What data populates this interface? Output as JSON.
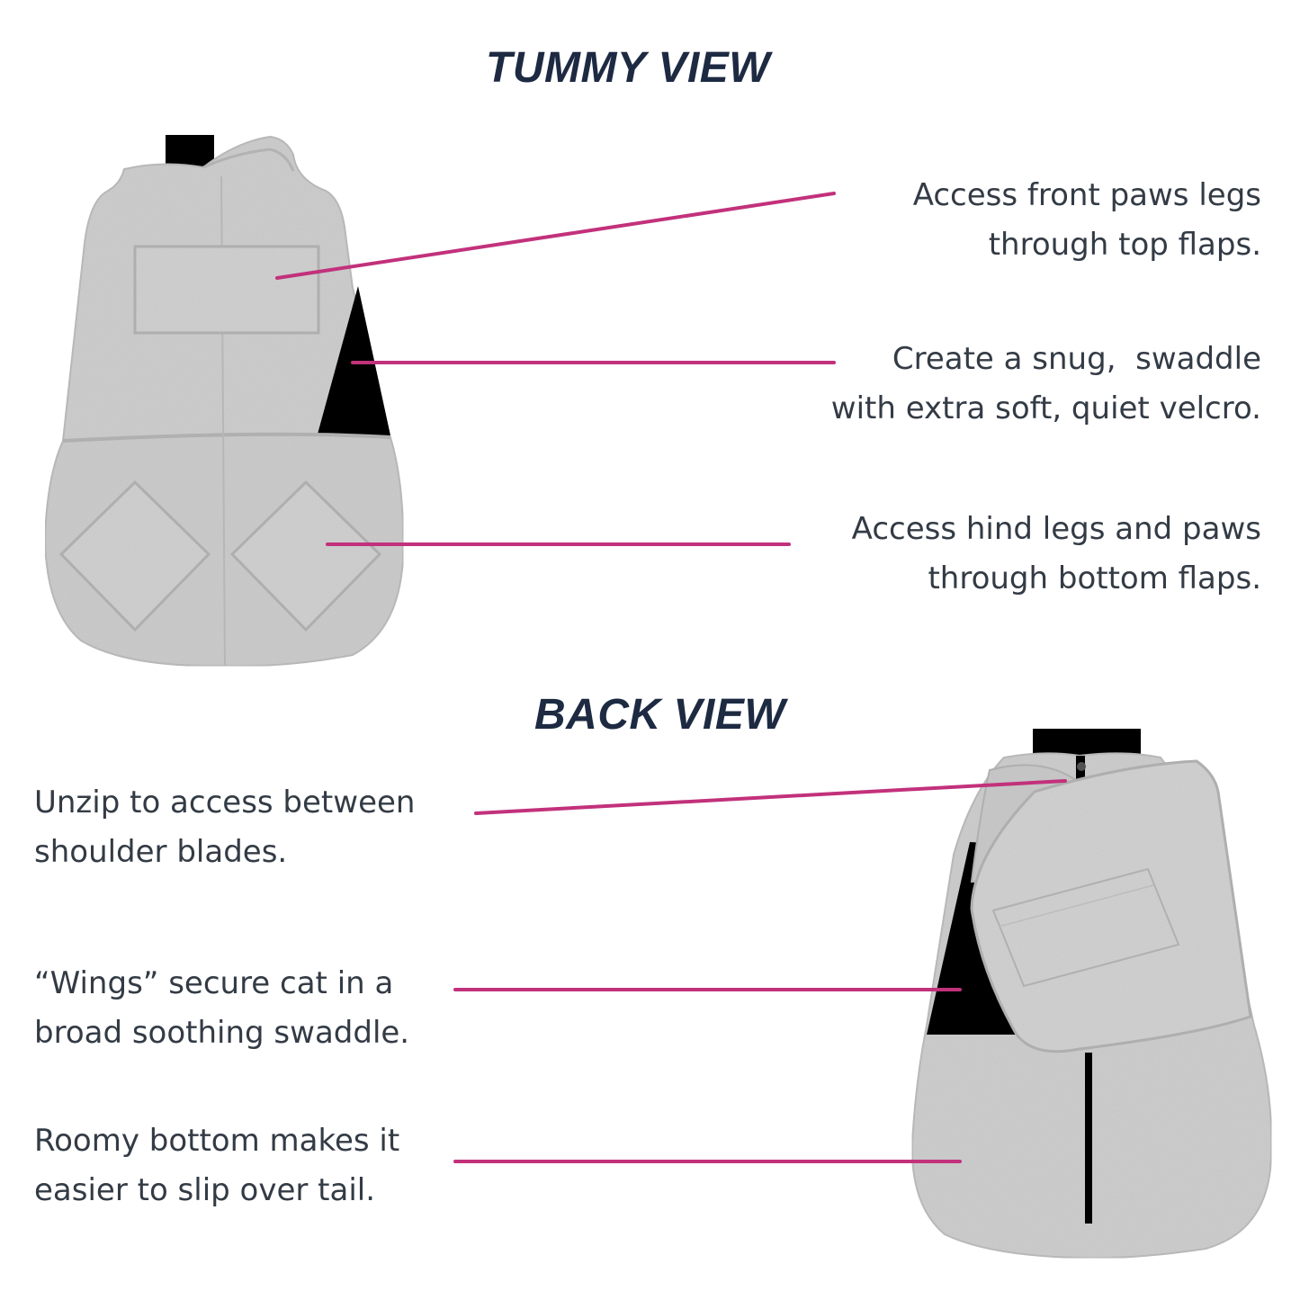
{
  "colors": {
    "heading": "#1d2a42",
    "text": "#333b45",
    "leader_line": "#c2317b",
    "fleece": "#cfcfcf",
    "fleece_edge": "#bdbdbd",
    "velcro": "#0d0d0d"
  },
  "tummy_view": {
    "title": "TUMMY VIEW",
    "callouts": [
      {
        "lines": [
          "Access front paws legs",
          "through top flaps."
        ]
      },
      {
        "lines": [
          "Create a snug,  swaddle",
          "with extra soft, quiet velcro."
        ]
      },
      {
        "lines": [
          "Access hind legs and paws",
          "through bottom flaps."
        ]
      }
    ]
  },
  "back_view": {
    "title": "BACK VIEW",
    "callouts": [
      {
        "lines": [
          "Unzip to access between",
          "shoulder blades."
        ]
      },
      {
        "lines": [
          "“Wings” secure cat in a",
          "broad soothing swaddle."
        ]
      },
      {
        "lines": [
          "Roomy bottom makes it",
          "easier to slip over tail."
        ]
      }
    ]
  }
}
